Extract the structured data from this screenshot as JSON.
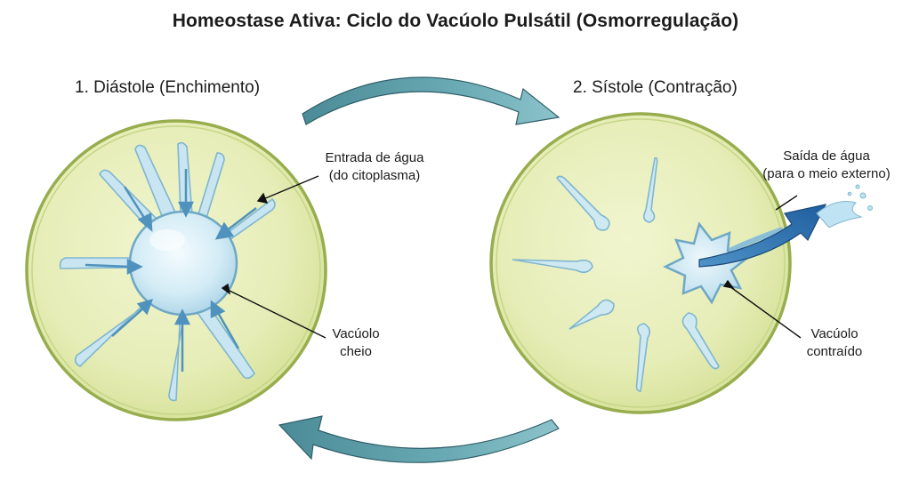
{
  "title": "Homeostase Ativa: Ciclo do Vacúolo Pulsátil (Osmorregulação)",
  "stages": {
    "diastole": "1. Diástole (Enchimento)",
    "systole": "2. Sístole (Contração)"
  },
  "labels": {
    "water_in": {
      "line1": "Entrada de água",
      "line2": "(do citoplasma)"
    },
    "vacuole_full": {
      "line1": "Vacúolo",
      "line2": "cheio"
    },
    "water_out": {
      "line1": "Saída de água",
      "line2": "(para o meio externo)"
    },
    "vacuole_contracted": {
      "line1": "Vacúolo",
      "line2": "contraído"
    }
  },
  "colors": {
    "cytoplasm": "#e6edb7",
    "membrane": "#9ab24e",
    "vacuole": "#cfe9f3",
    "canal_arrow": "#5d9cc2",
    "cycle_arrow": "#5f9fa9",
    "expel_arrow": "#2e6ea8"
  }
}
